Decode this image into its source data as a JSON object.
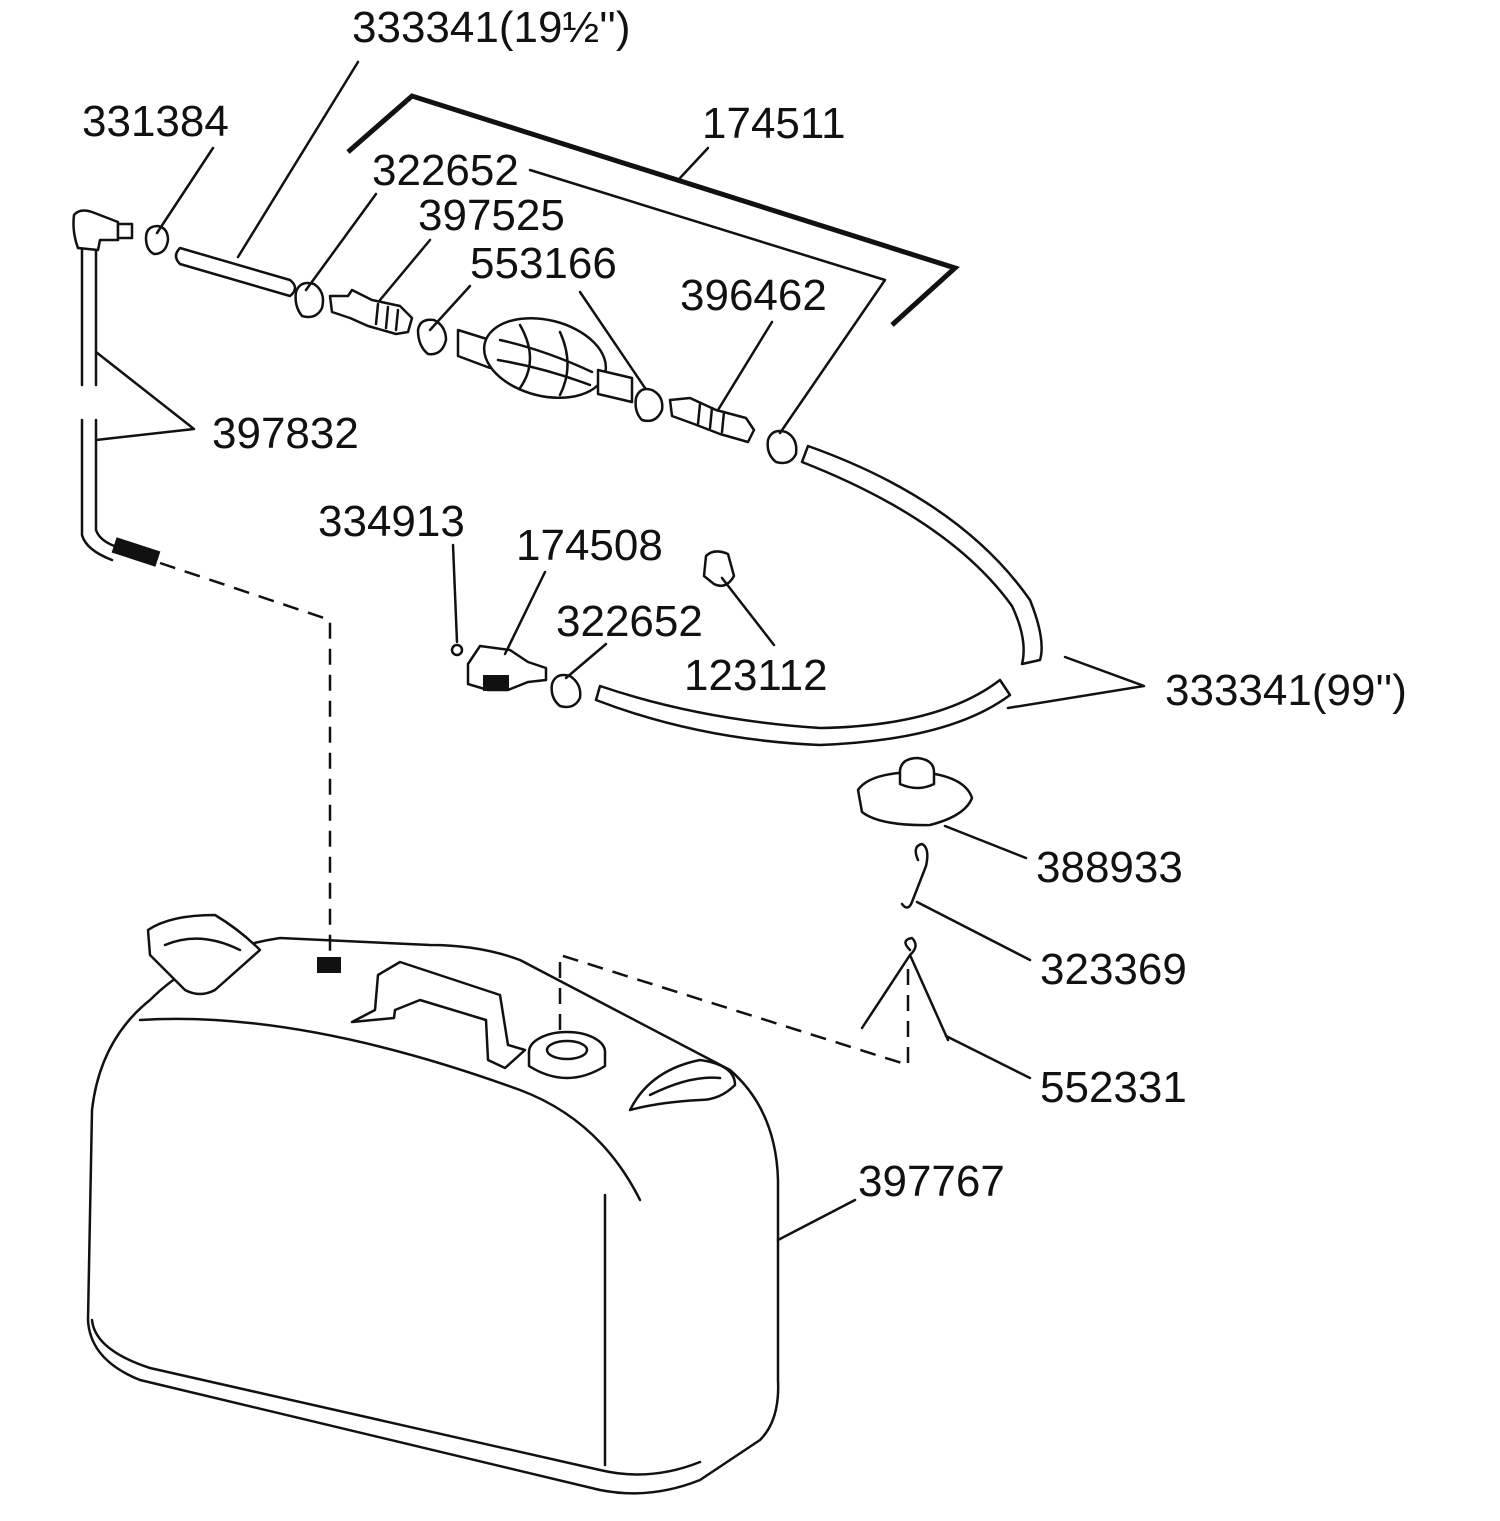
{
  "labels": {
    "hose_short": "333341(19½'')",
    "elbow": "331384",
    "hose_assembly": "174511",
    "clamp_upper": "322652",
    "fitting_left": "397525",
    "clamp_bulb": "553166",
    "fitting_right": "396462",
    "pickup_tube": "397832",
    "o_ring": "334913",
    "connector": "174508",
    "clamp_lower": "322652",
    "plug": "123112",
    "hose_long": "333341(99'')",
    "cap": "388933",
    "hook": "323369",
    "chain": "552331",
    "tank": "397767"
  }
}
